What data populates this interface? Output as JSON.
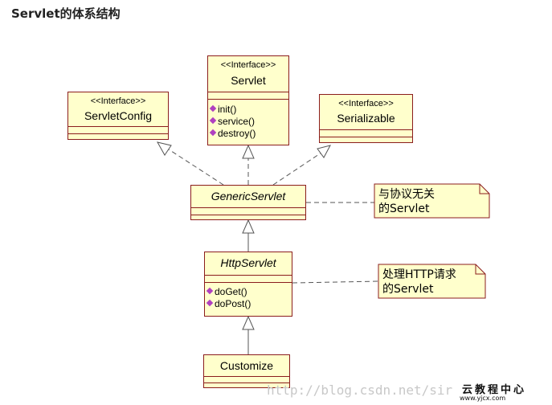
{
  "title": "Servlet的体系结构",
  "stereotype": "<<Interface>>",
  "classes": {
    "servlet": {
      "name": "Servlet",
      "ops": [
        "init()",
        "service()",
        "destroy()"
      ]
    },
    "servlet_config": {
      "name": "ServletConfig"
    },
    "serializable": {
      "name": "Serializable"
    },
    "generic_servlet": {
      "name": "GenericServlet"
    },
    "http_servlet": {
      "name": "HttpServlet",
      "ops": [
        "doGet()",
        "doPost()"
      ]
    },
    "customize": {
      "name": "Customize"
    }
  },
  "notes": {
    "generic": [
      "与协议无关",
      "的Servlet"
    ],
    "http": [
      "处理HTTP请求",
      "的Servlet"
    ]
  },
  "watermark": "http://blog.csdn.net/sir",
  "logo": {
    "main": "云教程中心",
    "sub": "www.yjcx.com"
  },
  "colors": {
    "box_fill": "#ffffcc",
    "box_border": "#8b1d1d",
    "op_icon": "#b040c0"
  }
}
